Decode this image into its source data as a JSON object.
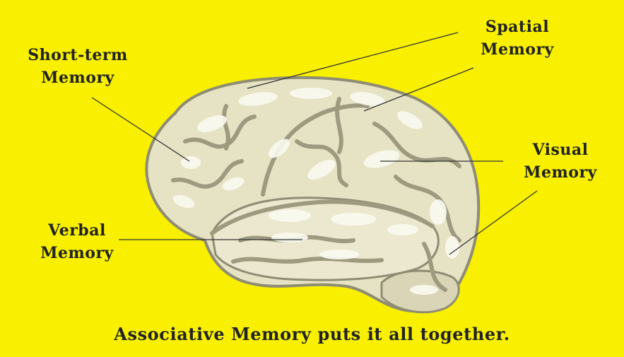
{
  "labels": {
    "short_term": {
      "line1": "Short-term",
      "line2": "Memory"
    },
    "spatial": {
      "line1": "Spatial",
      "line2": "Memory"
    },
    "visual": {
      "line1": "Visual",
      "line2": "Memory"
    },
    "verbal": {
      "line1": "Verbal",
      "line2": "Memory"
    }
  },
  "caption": "Associative Memory puts it all together.",
  "colors": {
    "background": "#f8f000",
    "brain_fill": "#e6e2c4",
    "brain_shadow": "#a9a68a",
    "brain_highlight": "#fbfaf0",
    "text": "#222222"
  }
}
